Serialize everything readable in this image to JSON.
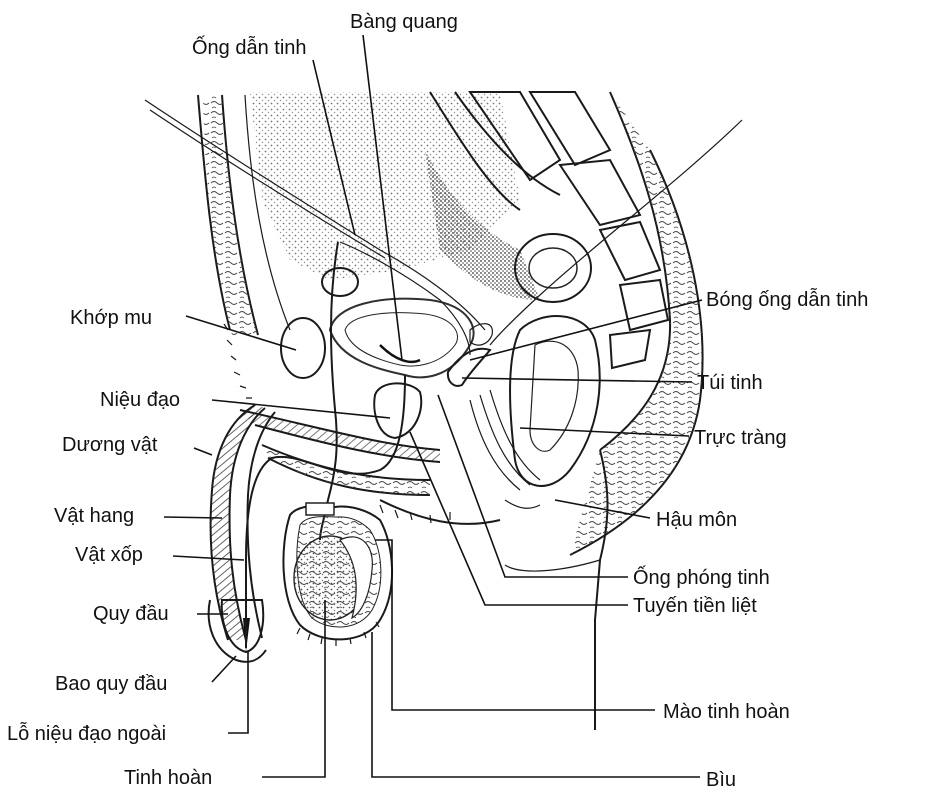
{
  "labels": {
    "ong_dan_tinh": "Ống dẫn tinh",
    "bang_quang": "Bàng quang",
    "khop_mu": "Khớp mu",
    "bong_ong_dan_tinh": "Bóng ống dẫn tinh",
    "nieu_dao": "Niệu đạo",
    "tui_tinh": "Túi tinh",
    "duong_vat": "Dương vật",
    "truc_trang": "Trực tràng",
    "vat_hang": "Vật hang",
    "hau_mon": "Hậu môn",
    "vat_xop": "Vật xốp",
    "ong_phong_tinh": "Ống phóng tinh",
    "quy_dau": "Quy đầu",
    "tuyen_tien_liet": "Tuyến tiền liệt",
    "bao_quy_dau": "Bao quy đầu",
    "lo_nieu_dao_ngoai": "Lỗ niệu đạo ngoài",
    "mao_tinh_hoan": "Mào tinh hoàn",
    "tinh_hoan": "Tinh hoàn",
    "biu": "Bìu"
  },
  "colors": {
    "ink": "#111111",
    "stipple": "#555555",
    "dark_fill": "#222222",
    "background": "#ffffff"
  }
}
